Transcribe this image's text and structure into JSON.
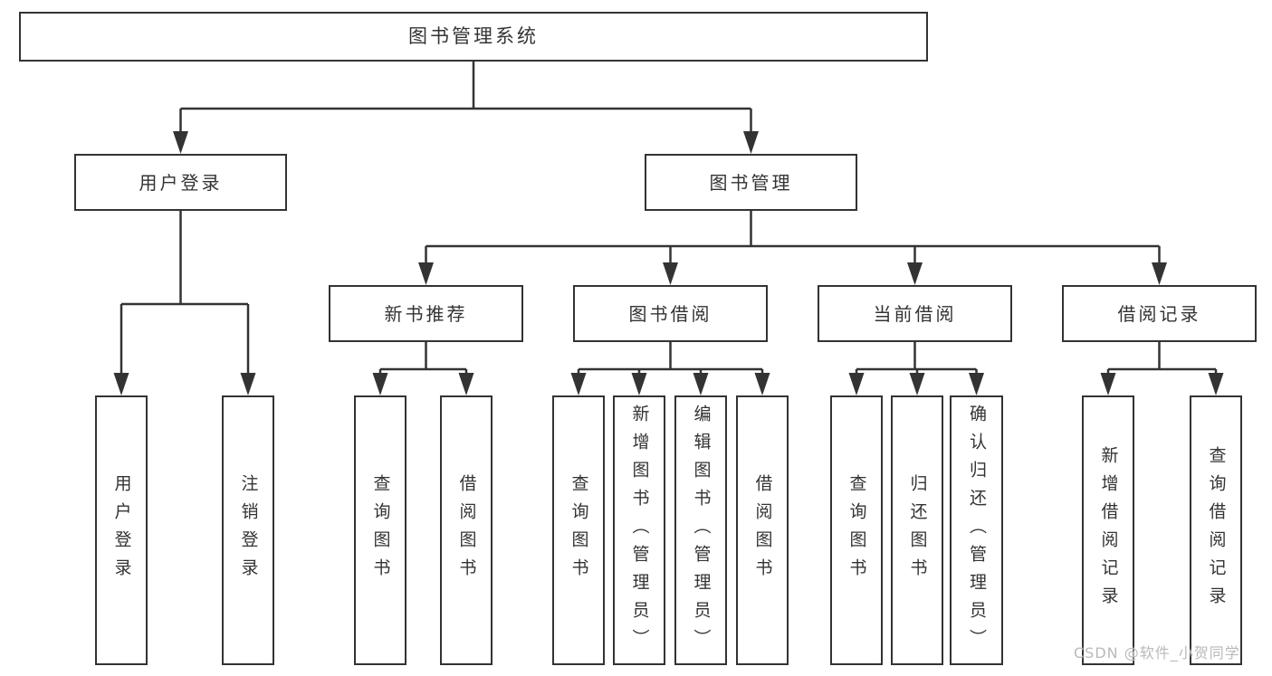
{
  "diagram": {
    "colors": {
      "line": "#333333",
      "box_border": "#333333",
      "box_fill": "#ffffff",
      "text": "#333333",
      "watermark": "#b9b9b9"
    },
    "tree": {
      "id": "root",
      "label": "图书管理系统",
      "children": [
        {
          "id": "user-login",
          "label": "用户登录",
          "children": [
            {
              "id": "user-login-leaf",
              "label": "用户登录",
              "vertical": true
            },
            {
              "id": "logout-leaf",
              "label": "注销登录",
              "vertical": true
            }
          ]
        },
        {
          "id": "book-mgmt",
          "label": "图书管理",
          "children": [
            {
              "id": "new-book-rec",
              "label": "新书推荐",
              "children": [
                {
                  "id": "nb-query",
                  "label": "查询图书",
                  "vertical": true
                },
                {
                  "id": "nb-borrow",
                  "label": "借阅图书",
                  "vertical": true
                }
              ]
            },
            {
              "id": "book-borrow",
              "label": "图书借阅",
              "children": [
                {
                  "id": "bb-query",
                  "label": "查询图书",
                  "vertical": true
                },
                {
                  "id": "bb-add",
                  "label": "新增图书（管理员）",
                  "vertical": true
                },
                {
                  "id": "bb-edit",
                  "label": "编辑图书（管理员）",
                  "vertical": true
                },
                {
                  "id": "bb-borrow",
                  "label": "借阅图书",
                  "vertical": true
                }
              ]
            },
            {
              "id": "current-borrow",
              "label": "当前借阅",
              "children": [
                {
                  "id": "cb-query",
                  "label": "查询图书",
                  "vertical": true
                },
                {
                  "id": "cb-return",
                  "label": "归还图书",
                  "vertical": true
                },
                {
                  "id": "cb-confirm",
                  "label": "确认归还（管理员）",
                  "vertical": true
                }
              ]
            },
            {
              "id": "borrow-records",
              "label": "借阅记录",
              "children": [
                {
                  "id": "br-add",
                  "label": "新增借阅记录",
                  "vertical": true
                },
                {
                  "id": "br-query",
                  "label": "查询借阅记录",
                  "vertical": true
                }
              ]
            }
          ]
        }
      ]
    }
  },
  "watermark": {
    "text": "CSDN @软件_小贺同学"
  }
}
